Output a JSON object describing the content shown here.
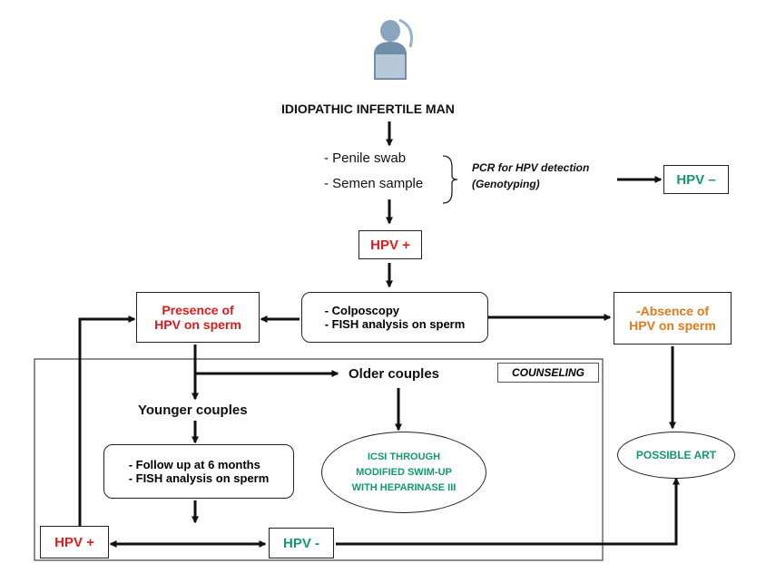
{
  "colors": {
    "red": "#e01a1a",
    "green": "#129a6a",
    "orange": "#e07a1c",
    "line": "#111111"
  },
  "diagram": {
    "top_icon": "person-icon",
    "idiopathic": "IDIOPATHIC INFERTILE MAN",
    "sample_1": "- Penile swab",
    "sample_2": "- Semen sample",
    "pcr_1": "PCR for HPV detection",
    "pcr_2": "(Genotyping)",
    "hpv_neg_top": "HPV –",
    "hpv_pos_top": "HPV +",
    "colposcopy_1": "- Colposcopy",
    "colposcopy_2": "- FISH analysis on sperm",
    "presence_1": "Presence of",
    "presence_2": "HPV on sperm",
    "absence_1": "-Absence of",
    "absence_2": "HPV on sperm",
    "counseling": "COUNSELING",
    "older": "Older couples",
    "younger": "Younger couples",
    "followup_1": "- Follow up at 6 months",
    "followup_2": "- FISH analysis on sperm",
    "icsi_1": "ICSI THROUGH",
    "icsi_2": "MODIFIED SWIM-UP",
    "icsi_3": "WITH HEPARINASE III",
    "possible_art": "POSSIBLE ART",
    "hpv_pos_bottom": "HPV +",
    "hpv_neg_bottom": "HPV -"
  }
}
